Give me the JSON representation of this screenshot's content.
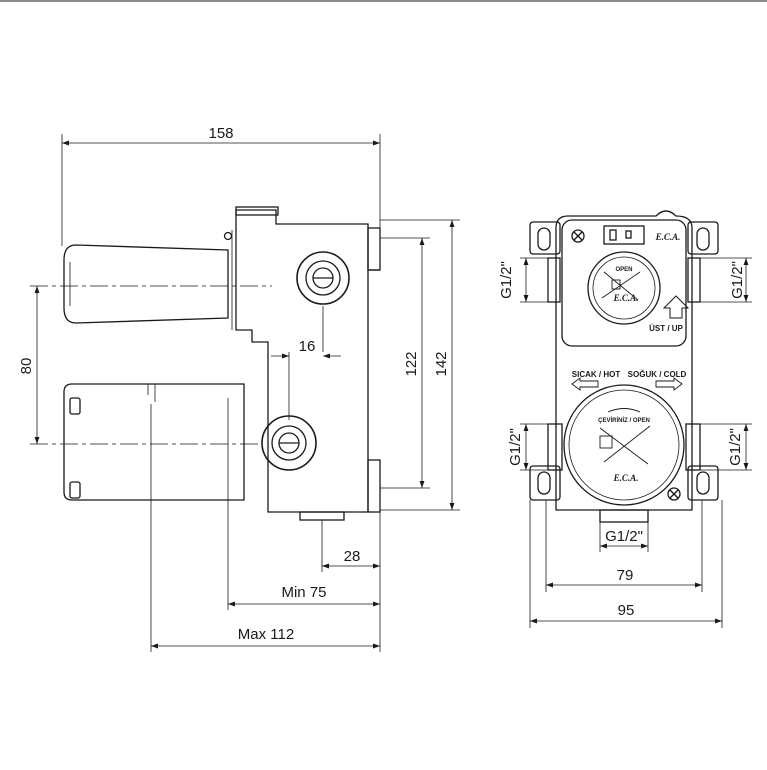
{
  "side_view": {
    "dim_overall_width": "158",
    "dim_outlet_spacing": "80",
    "dim_port_offset": "16",
    "dim_inner_height": "122",
    "dim_outer_height": "142",
    "dim_flange_depth": "28",
    "dim_min_depth": "Min 75",
    "dim_max_depth": "Max 112"
  },
  "front_view": {
    "dim_width_79": "79",
    "dim_width_95": "95",
    "thread_left_upper": "G1/2\"",
    "thread_right_upper": "G1/2\"",
    "thread_left_lower": "G1/2\"",
    "thread_right_lower": "G1/2\"",
    "thread_bottom": "G1/2\"",
    "label_hot": "SICAK / HOT",
    "label_cold": "SOĞUK / COLD",
    "label_up": "ÜST / UP",
    "label_open_upper": "OPEN",
    "label_turn_open": "ÇEVİRİNİZ / OPEN",
    "brand_top": "E.C.A.",
    "brand_upper_dial": "E.C.A.",
    "brand_lower_dial": "E.C.A."
  },
  "colors": {
    "line": "#1a1a1a",
    "background": "#ffffff"
  }
}
